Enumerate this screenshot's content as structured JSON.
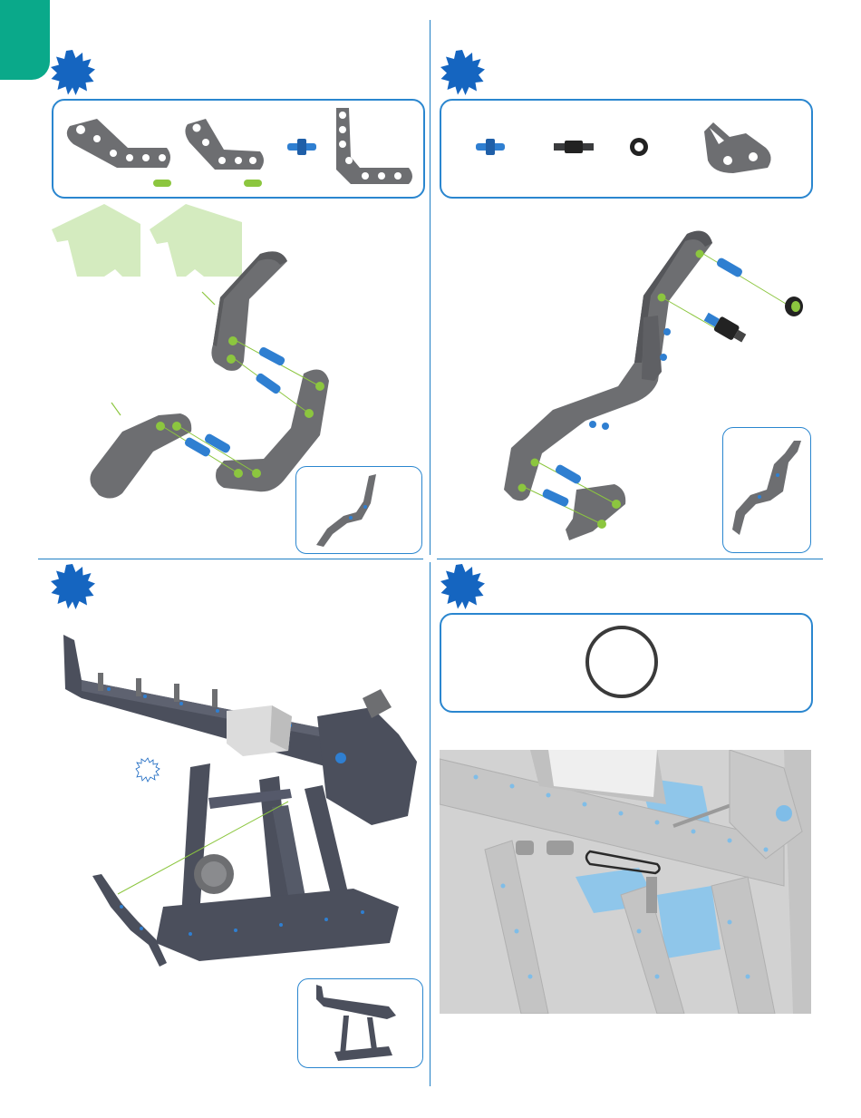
{
  "page": {
    "sections": [
      {
        "id": "step-top-left",
        "label": ""
      },
      {
        "id": "step-top-right",
        "label": ""
      },
      {
        "id": "step-bottom-left",
        "label": ""
      },
      {
        "id": "step-bottom-right",
        "label": ""
      }
    ]
  },
  "colors": {
    "accent_tab": "#0aa98a",
    "step_burst": "#1565c0",
    "box_border": "#2a86cf",
    "part_gray": "#6d6e71",
    "pin_blue": "#2f7fd1",
    "hint_green": "#8cc63f",
    "ghost_green": "#d4ebbf"
  },
  "icons": {
    "step_marker": "starburst-icon",
    "parts": [
      "angled-beam-icon",
      "pin-icon",
      "standoff-icon",
      "washer-icon",
      "hook-plate-icon",
      "rubber-band-icon"
    ]
  }
}
